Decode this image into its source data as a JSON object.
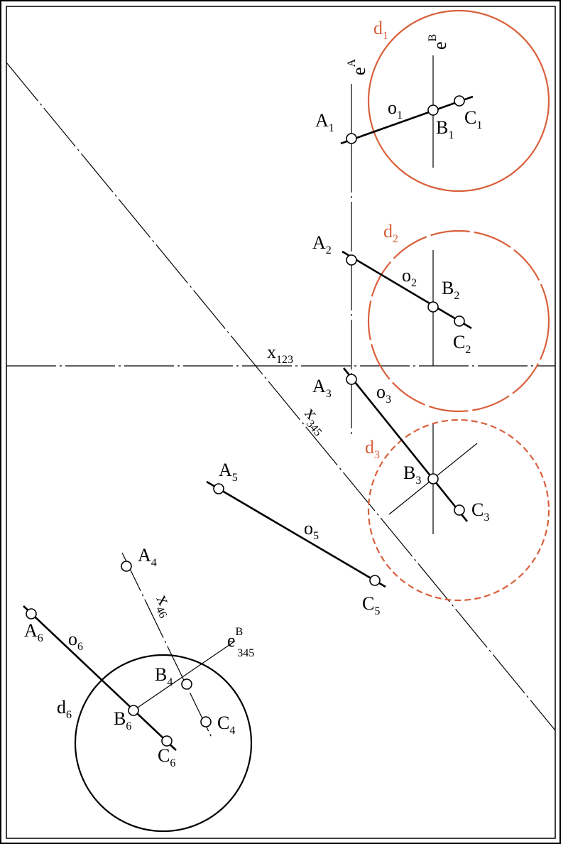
{
  "colors": {
    "ink": "#000000",
    "accent": "#d9603b",
    "background": "#ffffff"
  },
  "labels": {
    "eA": {
      "main": "e",
      "sup": "A"
    },
    "eB": {
      "main": "e",
      "sup": "B"
    },
    "eB345": {
      "main": "e",
      "sup": "B",
      "sub": "345"
    },
    "d1": {
      "main": "d",
      "sub": "1"
    },
    "d2": {
      "main": "d",
      "sub": "2"
    },
    "d3": {
      "main": "d",
      "sub": "3"
    },
    "d6": {
      "main": "d",
      "sub": "6"
    },
    "A1": {
      "main": "A",
      "sub": "1"
    },
    "B1": {
      "main": "B",
      "sub": "1"
    },
    "C1": {
      "main": "C",
      "sub": "1"
    },
    "o1": {
      "main": "o",
      "sub": "1"
    },
    "A2": {
      "main": "A",
      "sub": "2"
    },
    "B2": {
      "main": "B",
      "sub": "2"
    },
    "C2": {
      "main": "C",
      "sub": "2"
    },
    "o2": {
      "main": "o",
      "sub": "2"
    },
    "A3": {
      "main": "A",
      "sub": "3"
    },
    "B3": {
      "main": "B",
      "sub": "3"
    },
    "C3": {
      "main": "C",
      "sub": "3"
    },
    "o3": {
      "main": "o",
      "sub": "3"
    },
    "A4": {
      "main": "A",
      "sub": "4"
    },
    "B4": {
      "main": "B",
      "sub": "4"
    },
    "C4": {
      "main": "C",
      "sub": "4"
    },
    "A5": {
      "main": "A",
      "sub": "5"
    },
    "C5": {
      "main": "C",
      "sub": "5"
    },
    "o5": {
      "main": "o",
      "sub": "5"
    },
    "A6": {
      "main": "A",
      "sub": "6"
    },
    "B6": {
      "main": "B",
      "sub": "6"
    },
    "C6": {
      "main": "C",
      "sub": "6"
    },
    "o6": {
      "main": "o",
      "sub": "6"
    },
    "x123": {
      "main": "x",
      "sub": "123"
    },
    "x345": {
      "main": "x",
      "sub": "345"
    },
    "x46": {
      "main": "x",
      "sub": "46"
    }
  }
}
